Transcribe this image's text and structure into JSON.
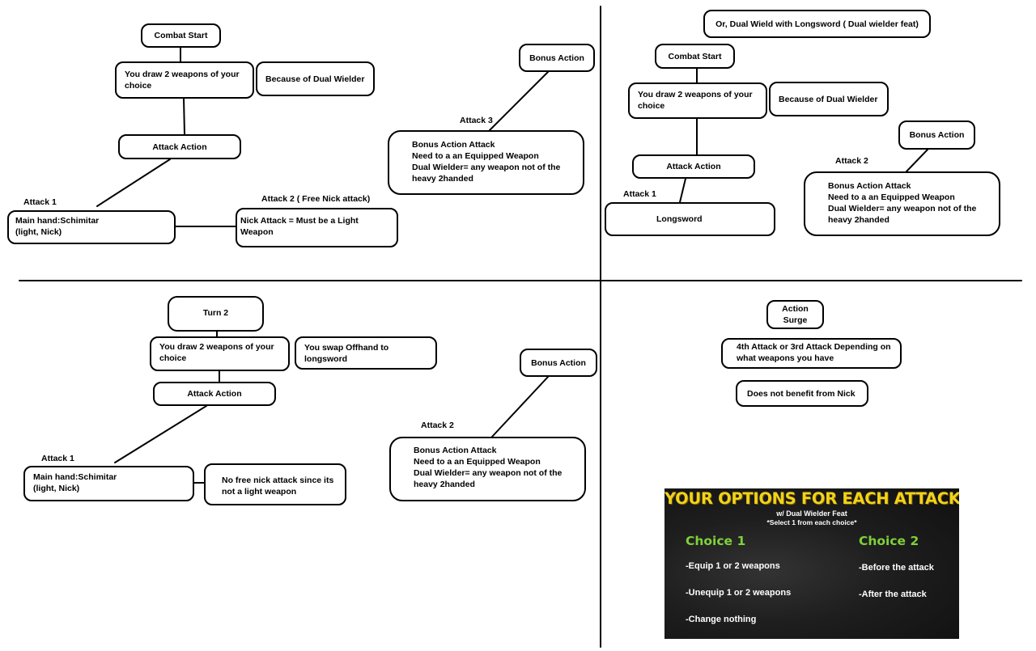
{
  "colors": {
    "line": "#000000",
    "panel_title": "#f2d21a",
    "choice_heading": "#7fd13a",
    "panel_bg": "#1e1e1e"
  },
  "q1": {
    "combat_start": "Combat Start",
    "draw": "You draw 2 weapons of your\nchoice",
    "because": "Because of Dual Wielder",
    "attack_action": "Attack Action",
    "attack1_label": "Attack 1",
    "main_hand": "Main hand:Schimitar\n(light, Nick)",
    "attack2_label": "Attack 2 ( Free Nick attack)",
    "nick_attack": "Nick Attack = Must be a Light Weapon",
    "bonus_action": "Bonus Action",
    "attack3_label": "Attack 3",
    "bonus_attack": "Bonus Action Attack\nNeed to a an Equipped Weapon\nDual Wielder= any weapon not of the\nheavy 2handed"
  },
  "q2": {
    "or_title": "Or, Dual Wield with Longsword ( Dual wielder feat)",
    "combat_start": "Combat Start",
    "draw": "You draw 2 weapons of your\nchoice",
    "because": "Because of Dual Wielder",
    "attack_action": "Attack Action",
    "attack1_label": "Attack 1",
    "longsword": "Longsword",
    "bonus_action": "Bonus Action",
    "attack2_label": "Attack 2",
    "bonus_attack": "Bonus Action Attack\nNeed to a an Equipped Weapon\nDual Wielder= any weapon not of the\nheavy 2handed"
  },
  "q3": {
    "turn2": "Turn 2",
    "draw": "You draw 2 weapons of your\nchoice",
    "swap": "You swap Offhand to longsword",
    "attack_action": "Attack Action",
    "attack1_label": "Attack 1",
    "main_hand": "Main hand:Schimitar\n(light, Nick)",
    "no_free": "No free nick attack since its\nnot a light weapon",
    "bonus_action": "Bonus Action",
    "attack2_label": "Attack 2",
    "bonus_attack": "Bonus Action Attack\nNeed to a an Equipped Weapon\nDual Wielder= any weapon not of the\nheavy 2handed"
  },
  "q4": {
    "action_surge": "Action Surge",
    "fourth_attack": "4th Attack or 3rd Attack Depending on\nwhat weapons you have",
    "no_nick": "Does not benefit from Nick"
  },
  "options_panel": {
    "title": "YOUR OPTIONS FOR EACH ATTACK",
    "subtitle": "w/ Dual Wielder Feat",
    "instruction": "*Select 1 from each choice*",
    "choice1": {
      "heading": "Choice 1",
      "items": [
        "-Equip 1 or 2 weapons",
        "-Unequip 1 or 2 weapons",
        "-Change nothing"
      ]
    },
    "choice2": {
      "heading": "Choice 2",
      "items": [
        "-Before the attack",
        "-After the attack"
      ]
    }
  }
}
